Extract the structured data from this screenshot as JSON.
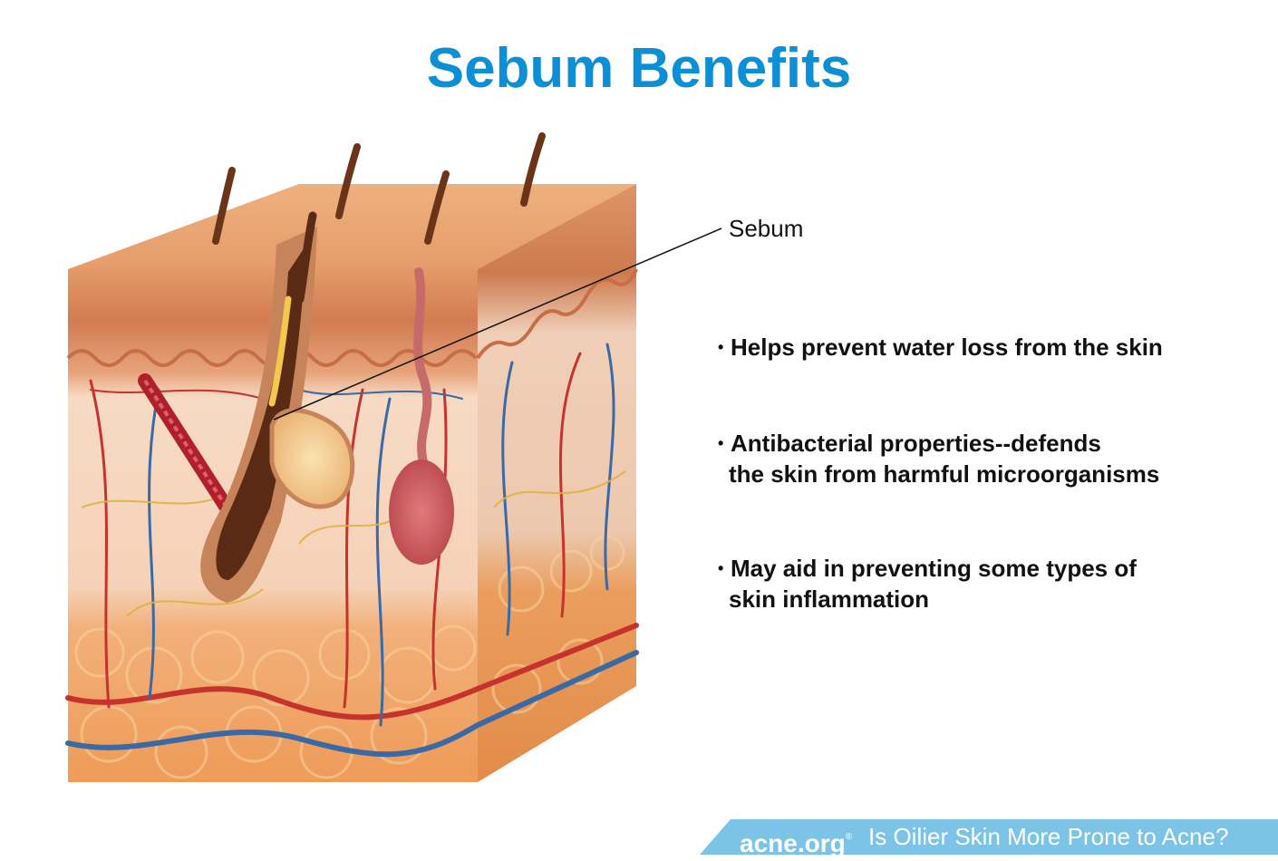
{
  "title": "Sebum Benefits",
  "callout_label": "Sebum",
  "bullets": [
    {
      "line1": "Helps prevent water loss from the skin",
      "line2": ""
    },
    {
      "line1": "Antibacterial properties--defends",
      "line2": "the skin from harmful microorganisms"
    },
    {
      "line1": "May aid in preventing some types of",
      "line2": "skin inflammation"
    }
  ],
  "footer": {
    "brand": "acne.org",
    "registered": "®",
    "caption": "Is Oilier Skin More Prone to Acne?"
  },
  "colors": {
    "title": "#0d8fd6",
    "footer_band": "#7cc3e8",
    "skin_surface": "#eaa878",
    "epidermis": "#d9865a",
    "dermis": "#f6d6bf",
    "fat": "#f0a262",
    "artery": "#c8322c",
    "vein": "#3a6aa6",
    "nerve": "#e0b040",
    "hair": "#5a2a14",
    "sebum": "#f4c84a"
  }
}
